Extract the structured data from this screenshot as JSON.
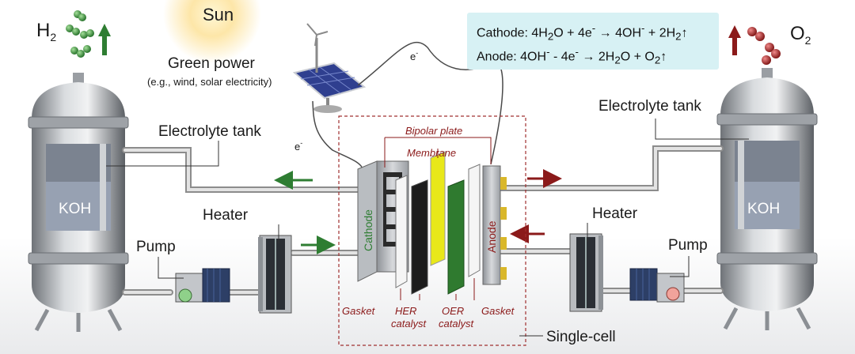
{
  "labels": {
    "sun": "Sun",
    "green_power": "Green power",
    "green_power_sub": "(e.g., wind, solar electricity)",
    "electrolyte_tank_left": "Electrolyte tank",
    "electrolyte_tank_right": "Electrolyte tank",
    "koh_left": "KOH",
    "koh_right": "KOH",
    "heater_left": "Heater",
    "heater_right": "Heater",
    "pump_left": "Pump",
    "pump_right": "Pump",
    "single_cell": "Single-cell",
    "electron_top": "e",
    "electron_left": "e",
    "electron_charge": "-",
    "cathode": "Cathode",
    "anode": "Anode"
  },
  "gases": {
    "h2": "H",
    "h2_sub": "2",
    "o2": "O",
    "o2_sub": "2"
  },
  "cell_components": {
    "bipolar_plate": "Bipolar plate",
    "membrane": "Membrane",
    "gasket_left": "Gasket",
    "gasket_right": "Gasket",
    "her_catalyst_1": "HER",
    "her_catalyst_2": "catalyst",
    "oer_catalyst_1": "OER",
    "oer_catalyst_2": "catalyst"
  },
  "equations": {
    "cathode_prefix": "Cathode: 4H",
    "cathode_2": "2",
    "cathode_mid": "O + 4e",
    "cathode_minus": "-",
    "cathode_arrow": " → 4OH",
    "cathode_minus2": "-",
    "cathode_end": " + 2H",
    "cathode_2b": "2",
    "cathode_up": "↑",
    "anode_prefix": "Anode: 4OH",
    "anode_minus": "-",
    "anode_mid": " - 4e",
    "anode_minus2": "-",
    "anode_arrow": " → 2H",
    "anode_2": "2",
    "anode_end": "O + O",
    "anode_2b": "2",
    "anode_up": "↑"
  },
  "colors": {
    "h2_green": "#2e7d32",
    "o2_red": "#8b1a1a",
    "equation_bg": "#d7f1f4",
    "membrane_yellow": "#e8e81a",
    "oer_green": "#2f7a2f"
  }
}
